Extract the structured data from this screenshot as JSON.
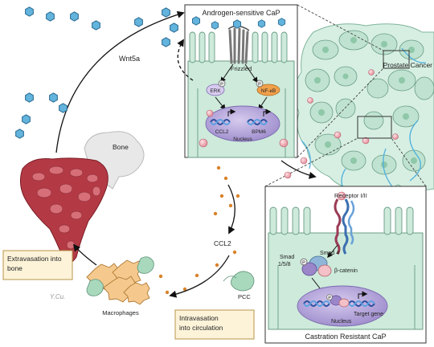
{
  "labels": {
    "top_panel_title": "Androgen-sensitive CaP",
    "prostate_cancer": "Prostate Cancer",
    "wnt5a": "Wnt5a",
    "frizzled": "Frizzled",
    "erk": "ERK",
    "nfkb": "NF-κB",
    "phospho": "P",
    "ccl2_gene": "CCL2",
    "bpm6_gene": "BPM6",
    "nucleus_top": "Nucleus",
    "bone": "Bone",
    "ccl2_circulating": "CCL2",
    "receptor": "Receptor I/II",
    "smad4": "Smad 4",
    "smad158": "Smad\n1/5/8",
    "beta_catenin": "β-catenin",
    "target_gene": "Target gene",
    "nucleus_bottom": "Nucleus",
    "bottom_panel_title": "Castration Resistant CaP",
    "pcc": "PCC",
    "macrophages": "Macrophages",
    "extravasation": "Extravasation into\nbone",
    "intravasation": "Intravasation\ninto circulation",
    "signature": "Y.Cu."
  },
  "colors": {
    "cell_fill": "#cdeadb",
    "cell_stroke": "#6a9c84",
    "nucleus": "#b7a7d8",
    "wnt_hex": "#63b4dd",
    "ccl2_dot": "#d9822b",
    "ball": "#f3c1c7",
    "bone": "#b33a45",
    "box_fill": "#fdf3d9",
    "box_stroke": "#b89448",
    "macrophage": "#f5c98e",
    "nfkb": "#f0a04b",
    "erk": "#d8cbef"
  }
}
